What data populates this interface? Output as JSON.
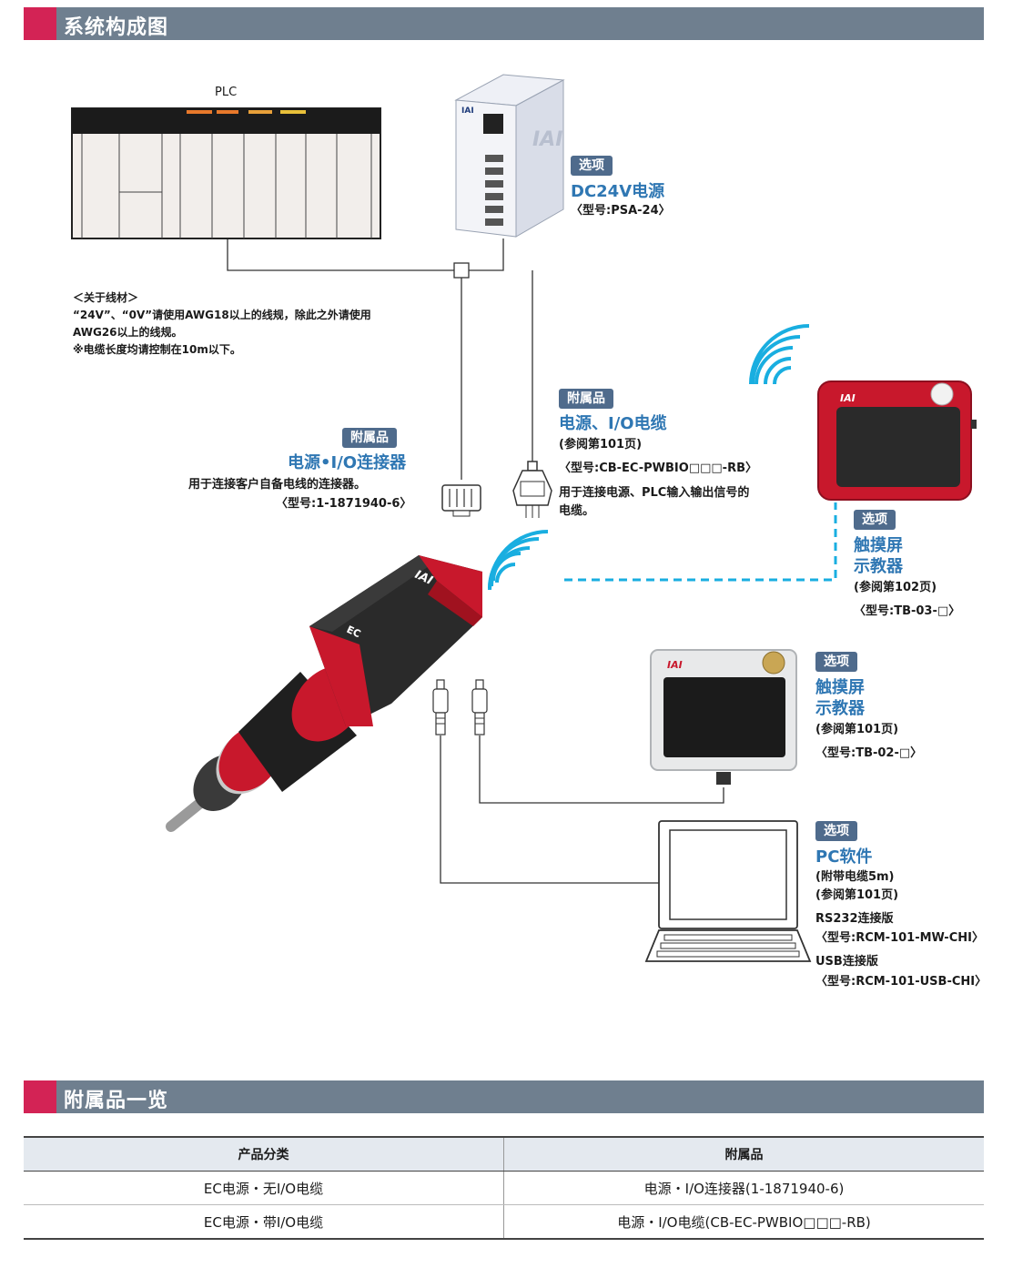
{
  "sections": {
    "system_title": "系统构成图",
    "accessories_title": "附属品一览"
  },
  "plc": {
    "label": "PLC"
  },
  "power_supply": {
    "tag": "选项",
    "name": "DC24V电源",
    "model": "〈型号:PSA-24〉",
    "brand": "IAI"
  },
  "wire_note": {
    "title": "＜关于线材＞",
    "line1": "“24V”、“0V”请使用AWG18以上的线规，除此之外请使用",
    "line2": "AWG26以上的线规。",
    "line3": "※电缆长度均请控制在10m以下。"
  },
  "connector": {
    "tag": "附属品",
    "name": "电源•I/O连接器",
    "desc": "用于连接客户自备电线的连接器。",
    "model": "〈型号:1-1871940-6〉"
  },
  "io_cable": {
    "tag": "附属品",
    "name": "电源、I/O电缆",
    "ref": "(参阅第101页)",
    "model": "〈型号:CB-EC-PWBIO□□□-RB〉",
    "desc1": "用于连接电源、PLC输入输出信号的",
    "desc2": "电缆。"
  },
  "tb03": {
    "tag": "选项",
    "name1": "触摸屏",
    "name2": "示教器",
    "ref": "(参阅第102页)",
    "model": "〈型号:TB-03-□〉",
    "brand": "IAI"
  },
  "tb02": {
    "tag": "选项",
    "name1": "触摸屏",
    "name2": "示教器",
    "ref": "(参阅第101页)",
    "model": "〈型号:TB-02-□〉",
    "brand": "IAI"
  },
  "pc_software": {
    "tag": "选项",
    "name": "PC软件",
    "cable": "(附带电缆5m)",
    "ref": "(参阅第101页)",
    "rs232_label": "RS232连接版",
    "rs232_model": "〈型号:RCM-101-MW-CHI〉",
    "usb_label": "USB连接版",
    "usb_model": "〈型号:RCM-101-USB-CHI〉"
  },
  "actuator": {
    "brand": "IAI",
    "label": "EC"
  },
  "accessory_table": {
    "headers": [
      "产品分类",
      "附属品"
    ],
    "rows": [
      [
        "EC电源・无I/O电缆",
        "电源・I/O连接器(1-1871940-6)"
      ],
      [
        "EC电源・带I/O电缆",
        "电源・I/O电缆(CB-EC-PWBIO□□□-RB)"
      ]
    ]
  },
  "colors": {
    "section_bar": "#6f7f8f",
    "section_accent": "#d32355",
    "tag_bg": "#4f6b8c",
    "name_blue": "#2f77b3",
    "wireless": "#19aee0",
    "actuator_red": "#c8182c"
  }
}
